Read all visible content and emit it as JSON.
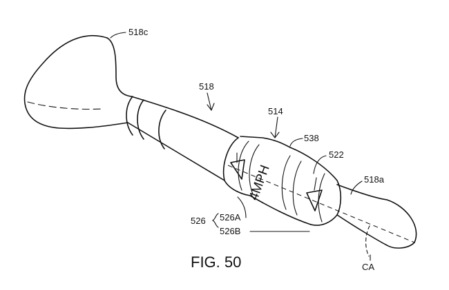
{
  "figure": {
    "caption": "FIG. 50",
    "band_marking": "4MPH",
    "labels": {
      "grip_end": "518c",
      "shaft": "518",
      "sleeve_assembly": "514",
      "marking_band": "538",
      "collar": "522",
      "shaft_tip": "518a",
      "group": "526",
      "part_a": "526A",
      "part_b": "526B",
      "axis": "CA"
    }
  }
}
